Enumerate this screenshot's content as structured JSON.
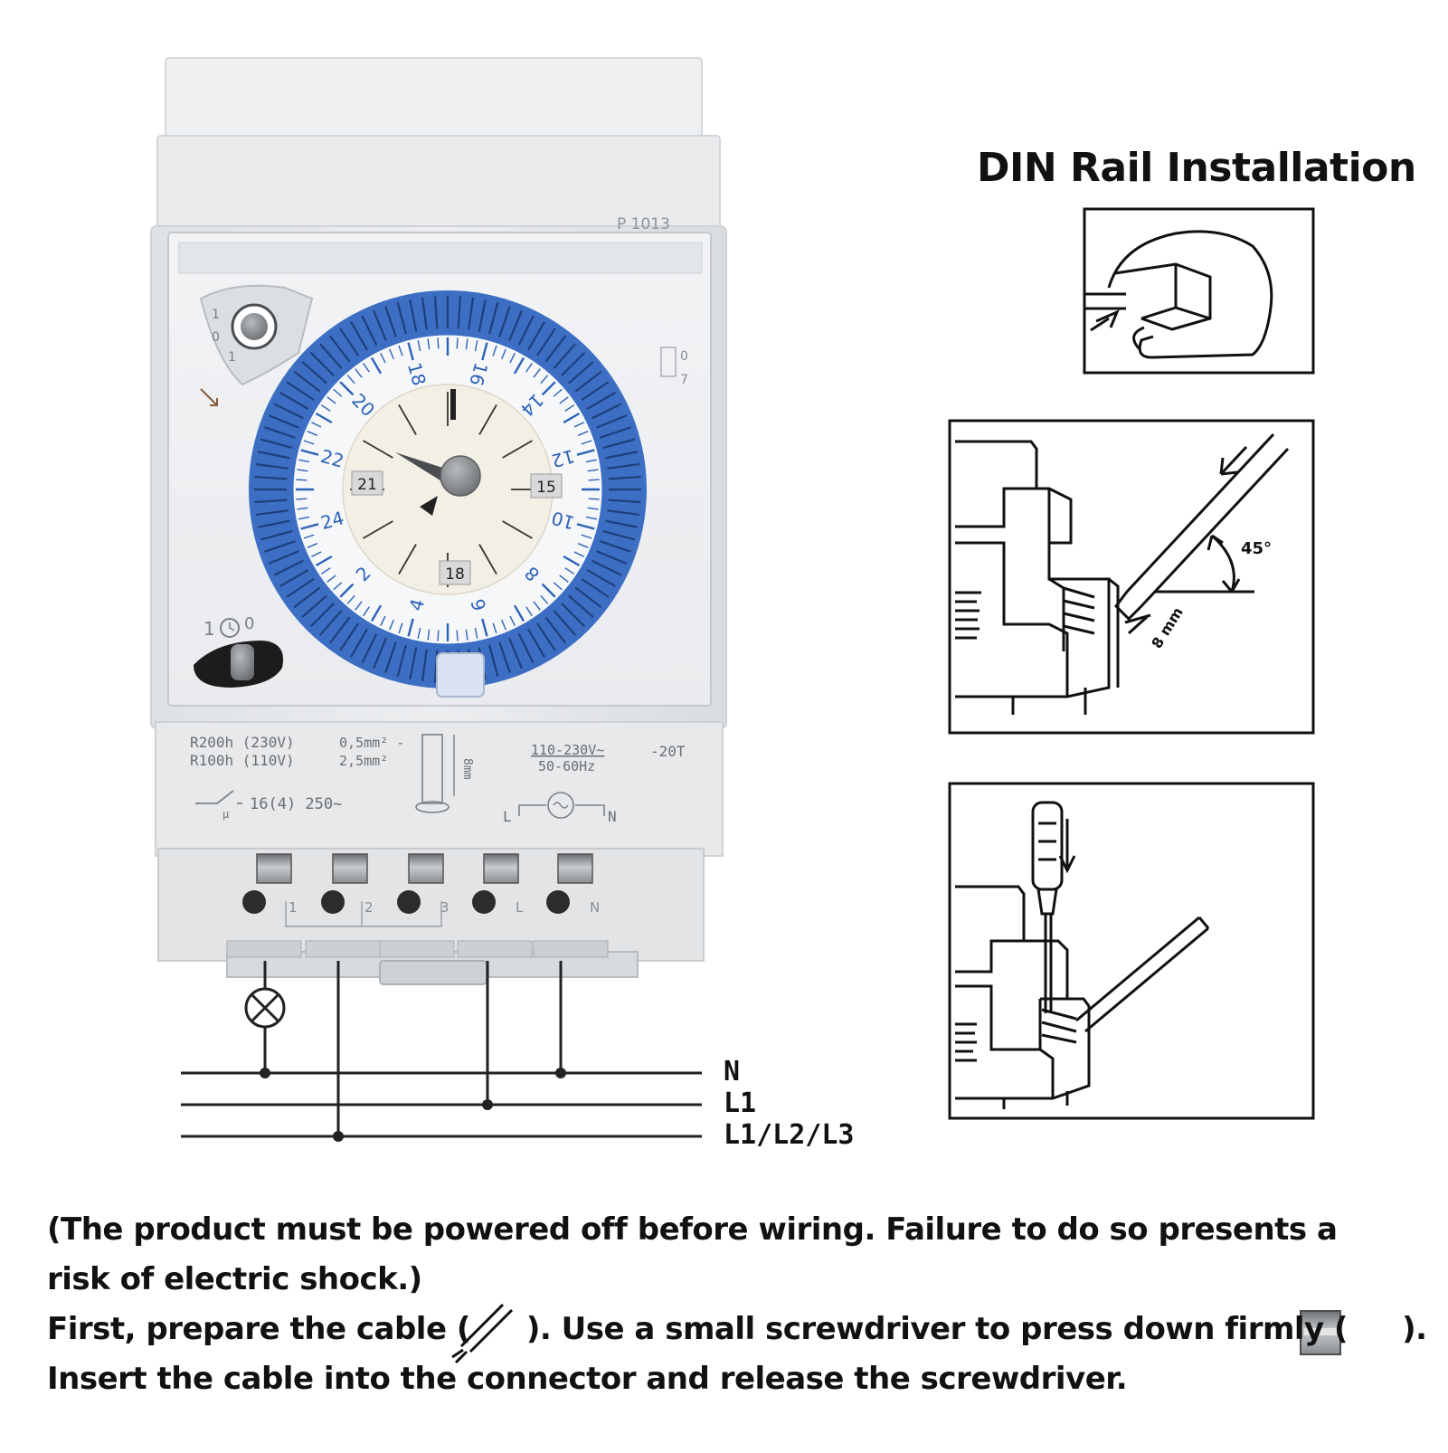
{
  "device": {
    "model_code": "P 1013",
    "dial_numbers": [
      "16",
      "14",
      "12",
      "10",
      "8",
      "6",
      "4",
      "2",
      "24",
      "22",
      "20",
      "18"
    ],
    "window_labels": [
      "21",
      "15",
      "18"
    ],
    "override_switch_marks": [
      "1",
      "0",
      "1"
    ],
    "mode_switch_marks": [
      "1",
      "0"
    ],
    "side_marks": [
      "0",
      "7"
    ],
    "spec_reserve": [
      "R200h (230V)",
      "R100h (110V)"
    ],
    "spec_wire": [
      "0,5mm² -",
      "2,5mm²"
    ],
    "spec_strip": "8mm",
    "spec_voltage": [
      "110-230V~",
      "50-60Hz"
    ],
    "spec_temp": "-20T",
    "spec_contact": "16(4) 250~",
    "spec_contact_mu": "μ",
    "power_labels": [
      "L",
      "N"
    ],
    "terminal_labels": [
      "1",
      "2",
      "3",
      "L",
      "N"
    ]
  },
  "wiring": {
    "lines": [
      "N",
      "L1",
      "L1/L2/L3"
    ]
  },
  "din": {
    "title": "DIN Rail Installation",
    "angle_label": "45°",
    "strip_label": "8 mm"
  },
  "instructions": {
    "line1": "(The product must be powered off before wiring. Failure to do so presents a",
    "line2": "risk of electric shock.)",
    "line3_a": "First, prepare the cable (",
    "line3_b": "). Use a small screwdriver to press down firmly (",
    "line3_c": ").",
    "line4": "Insert the cable into the connector and release the screwdriver."
  },
  "colors": {
    "housing": "#e6e8ea",
    "housing_shade": "#d4d7da",
    "dial_blue": "#3c6fc4",
    "dial_face": "#f4f1e8",
    "dial_numbers": "#2d62b8",
    "text_dark": "#111111"
  }
}
